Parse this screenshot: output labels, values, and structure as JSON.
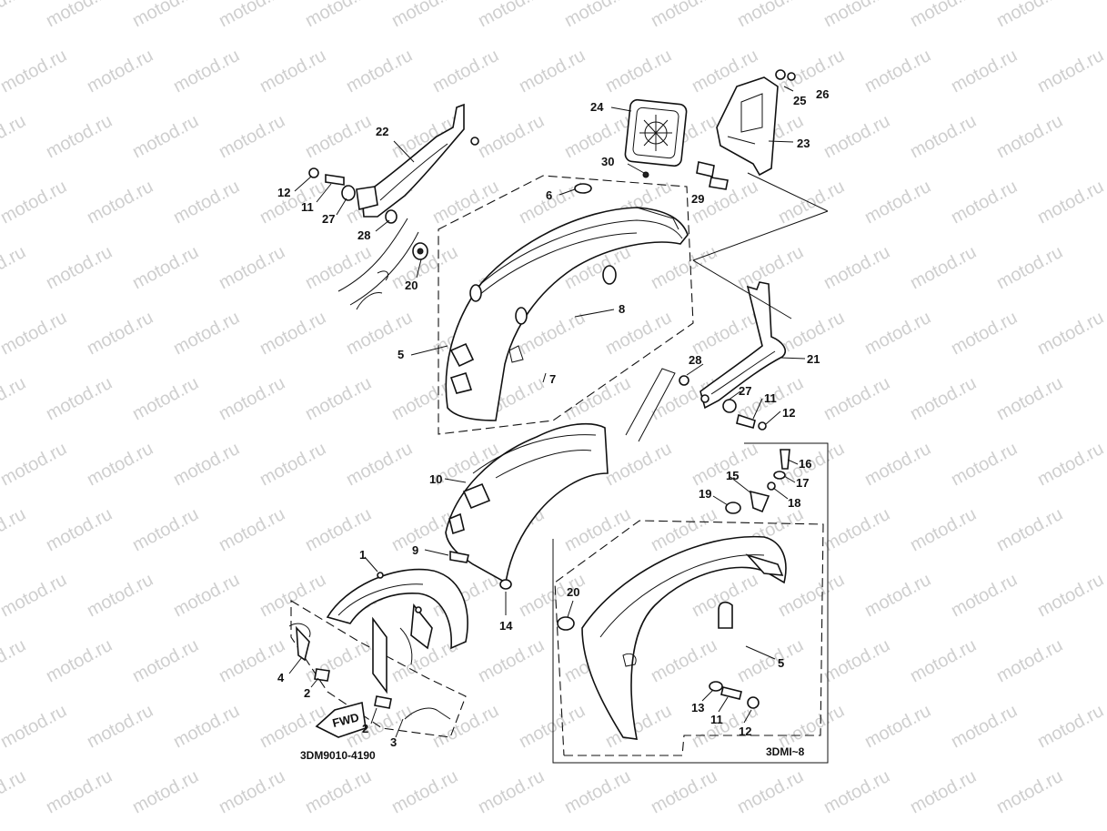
{
  "watermark_text": "motod.ru",
  "drawing_code": "3DM9010-4190",
  "variant_code": "3DMI~8",
  "fwd_label": "FWD",
  "callouts": [
    {
      "id": "c1",
      "label": "1"
    },
    {
      "id": "c2a",
      "label": "2"
    },
    {
      "id": "c2b",
      "label": "2"
    },
    {
      "id": "c3",
      "label": "3"
    },
    {
      "id": "c4",
      "label": "4"
    },
    {
      "id": "c5a",
      "label": "5"
    },
    {
      "id": "c5b",
      "label": "5"
    },
    {
      "id": "c6",
      "label": "6"
    },
    {
      "id": "c7",
      "label": "7"
    },
    {
      "id": "c8",
      "label": "8"
    },
    {
      "id": "c9",
      "label": "9"
    },
    {
      "id": "c10",
      "label": "10"
    },
    {
      "id": "c11a",
      "label": "11"
    },
    {
      "id": "c11b",
      "label": "11"
    },
    {
      "id": "c11c",
      "label": "11"
    },
    {
      "id": "c12a",
      "label": "12"
    },
    {
      "id": "c12b",
      "label": "12"
    },
    {
      "id": "c12c",
      "label": "12"
    },
    {
      "id": "c13",
      "label": "13"
    },
    {
      "id": "c14",
      "label": "14"
    },
    {
      "id": "c15",
      "label": "15"
    },
    {
      "id": "c16",
      "label": "16"
    },
    {
      "id": "c17",
      "label": "17"
    },
    {
      "id": "c18",
      "label": "18"
    },
    {
      "id": "c19",
      "label": "19"
    },
    {
      "id": "c20a",
      "label": "20"
    },
    {
      "id": "c20b",
      "label": "20"
    },
    {
      "id": "c21",
      "label": "21"
    },
    {
      "id": "c22",
      "label": "22"
    },
    {
      "id": "c23",
      "label": "23"
    },
    {
      "id": "c24",
      "label": "24"
    },
    {
      "id": "c25",
      "label": "25"
    },
    {
      "id": "c26",
      "label": "26"
    },
    {
      "id": "c27a",
      "label": "27"
    },
    {
      "id": "c27b",
      "label": "27"
    },
    {
      "id": "c28a",
      "label": "28"
    },
    {
      "id": "c28b",
      "label": "28"
    },
    {
      "id": "c29",
      "label": "29"
    },
    {
      "id": "c30",
      "label": "30"
    }
  ]
}
